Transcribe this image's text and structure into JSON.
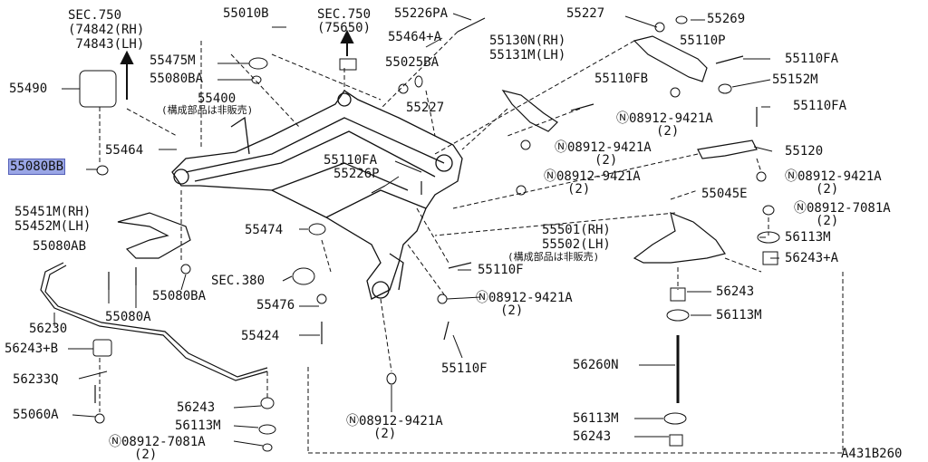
{
  "diagram_id": "A431B260",
  "labels": {
    "sec750_a": "SEC.750",
    "sec750_a_rh": "(74842(RH)",
    "sec750_a_lh": " 74843(LH)",
    "sec750_b": "SEC.750",
    "sec750_b_num": "(75650)",
    "p55010b": "55010B",
    "p55226pa": "55226PA",
    "p55227_top": "55227",
    "p55269": "55269",
    "p55464a": "55464+A",
    "p55475m": "55475M",
    "p55130n": "55130N(RH)",
    "p55131m": "55131M(LH)",
    "p55110p": "55110P",
    "p55110fa_top": "55110FA",
    "p55025ba": "55025BA",
    "p55080ba_top": "55080BA",
    "p55490": "55490",
    "p55400": "55400",
    "p55400_note": "(構成部品は非販売)",
    "p55227_mid": "55227",
    "p55110fb": "55110FB",
    "p55152m": "55152M",
    "n08912_1": "Ⓝ08912-9421A",
    "n08912_1_q": "(2)",
    "p55110fa_right": "55110FA",
    "p55464": "55464",
    "p55080bb": "55080BB",
    "p55110fa_mid": "55110FA",
    "p55226p": "55226P",
    "n08912_2": "Ⓝ08912-9421A",
    "n08912_2_q": "(2)",
    "p55120": "55120",
    "n08912_3": "Ⓝ08912-9421A",
    "n08912_3_q": "(2)",
    "n08912_4": "Ⓝ08912-9421A",
    "n08912_4_q": "(2)",
    "p55045e": "55045E",
    "n08912_7081_1": "Ⓝ08912-7081A",
    "n08912_7081_1_q": "(2)",
    "p55451m": "55451M(RH)",
    "p55452m": "55452M(LH)",
    "p55474": "55474",
    "p55501": "55501(RH)",
    "p55502": "55502(LH)",
    "p55502_note": "(構成部品は非販売)",
    "p56113m_r1": "56113M",
    "p56243a": "56243+A",
    "p55080ab": "55080AB",
    "sec380": "SEC.380",
    "p55110f_mid": "55110F",
    "p56243_r": "56243",
    "p55080ba_bot": "55080BA",
    "n08912_5": "Ⓝ08912-9421A",
    "n08912_5_q": "(2)",
    "p56113m_r2": "56113M",
    "p55476": "55476",
    "p55080a": "55080A",
    "p56230": "56230",
    "p55424": "55424",
    "p56243b": "56243+B",
    "p55110f_bot": "55110F",
    "p56260n": "56260N",
    "p56233q": "56233Q",
    "p56243_bot": "56243",
    "p55060a": "55060A",
    "p56113m_bot": "56113M",
    "p56113m_r3": "56113M",
    "n08912_6": "Ⓝ08912-9421A",
    "n08912_6_q": "(2)",
    "n08912_7081_2": "Ⓝ08912-7081A",
    "n08912_7081_2_q": "(2)",
    "p56243_r2": "56243"
  },
  "highlight_label": "p55080bb",
  "colors": {
    "ink": "#111111",
    "highlight": "#9aa6e6"
  }
}
